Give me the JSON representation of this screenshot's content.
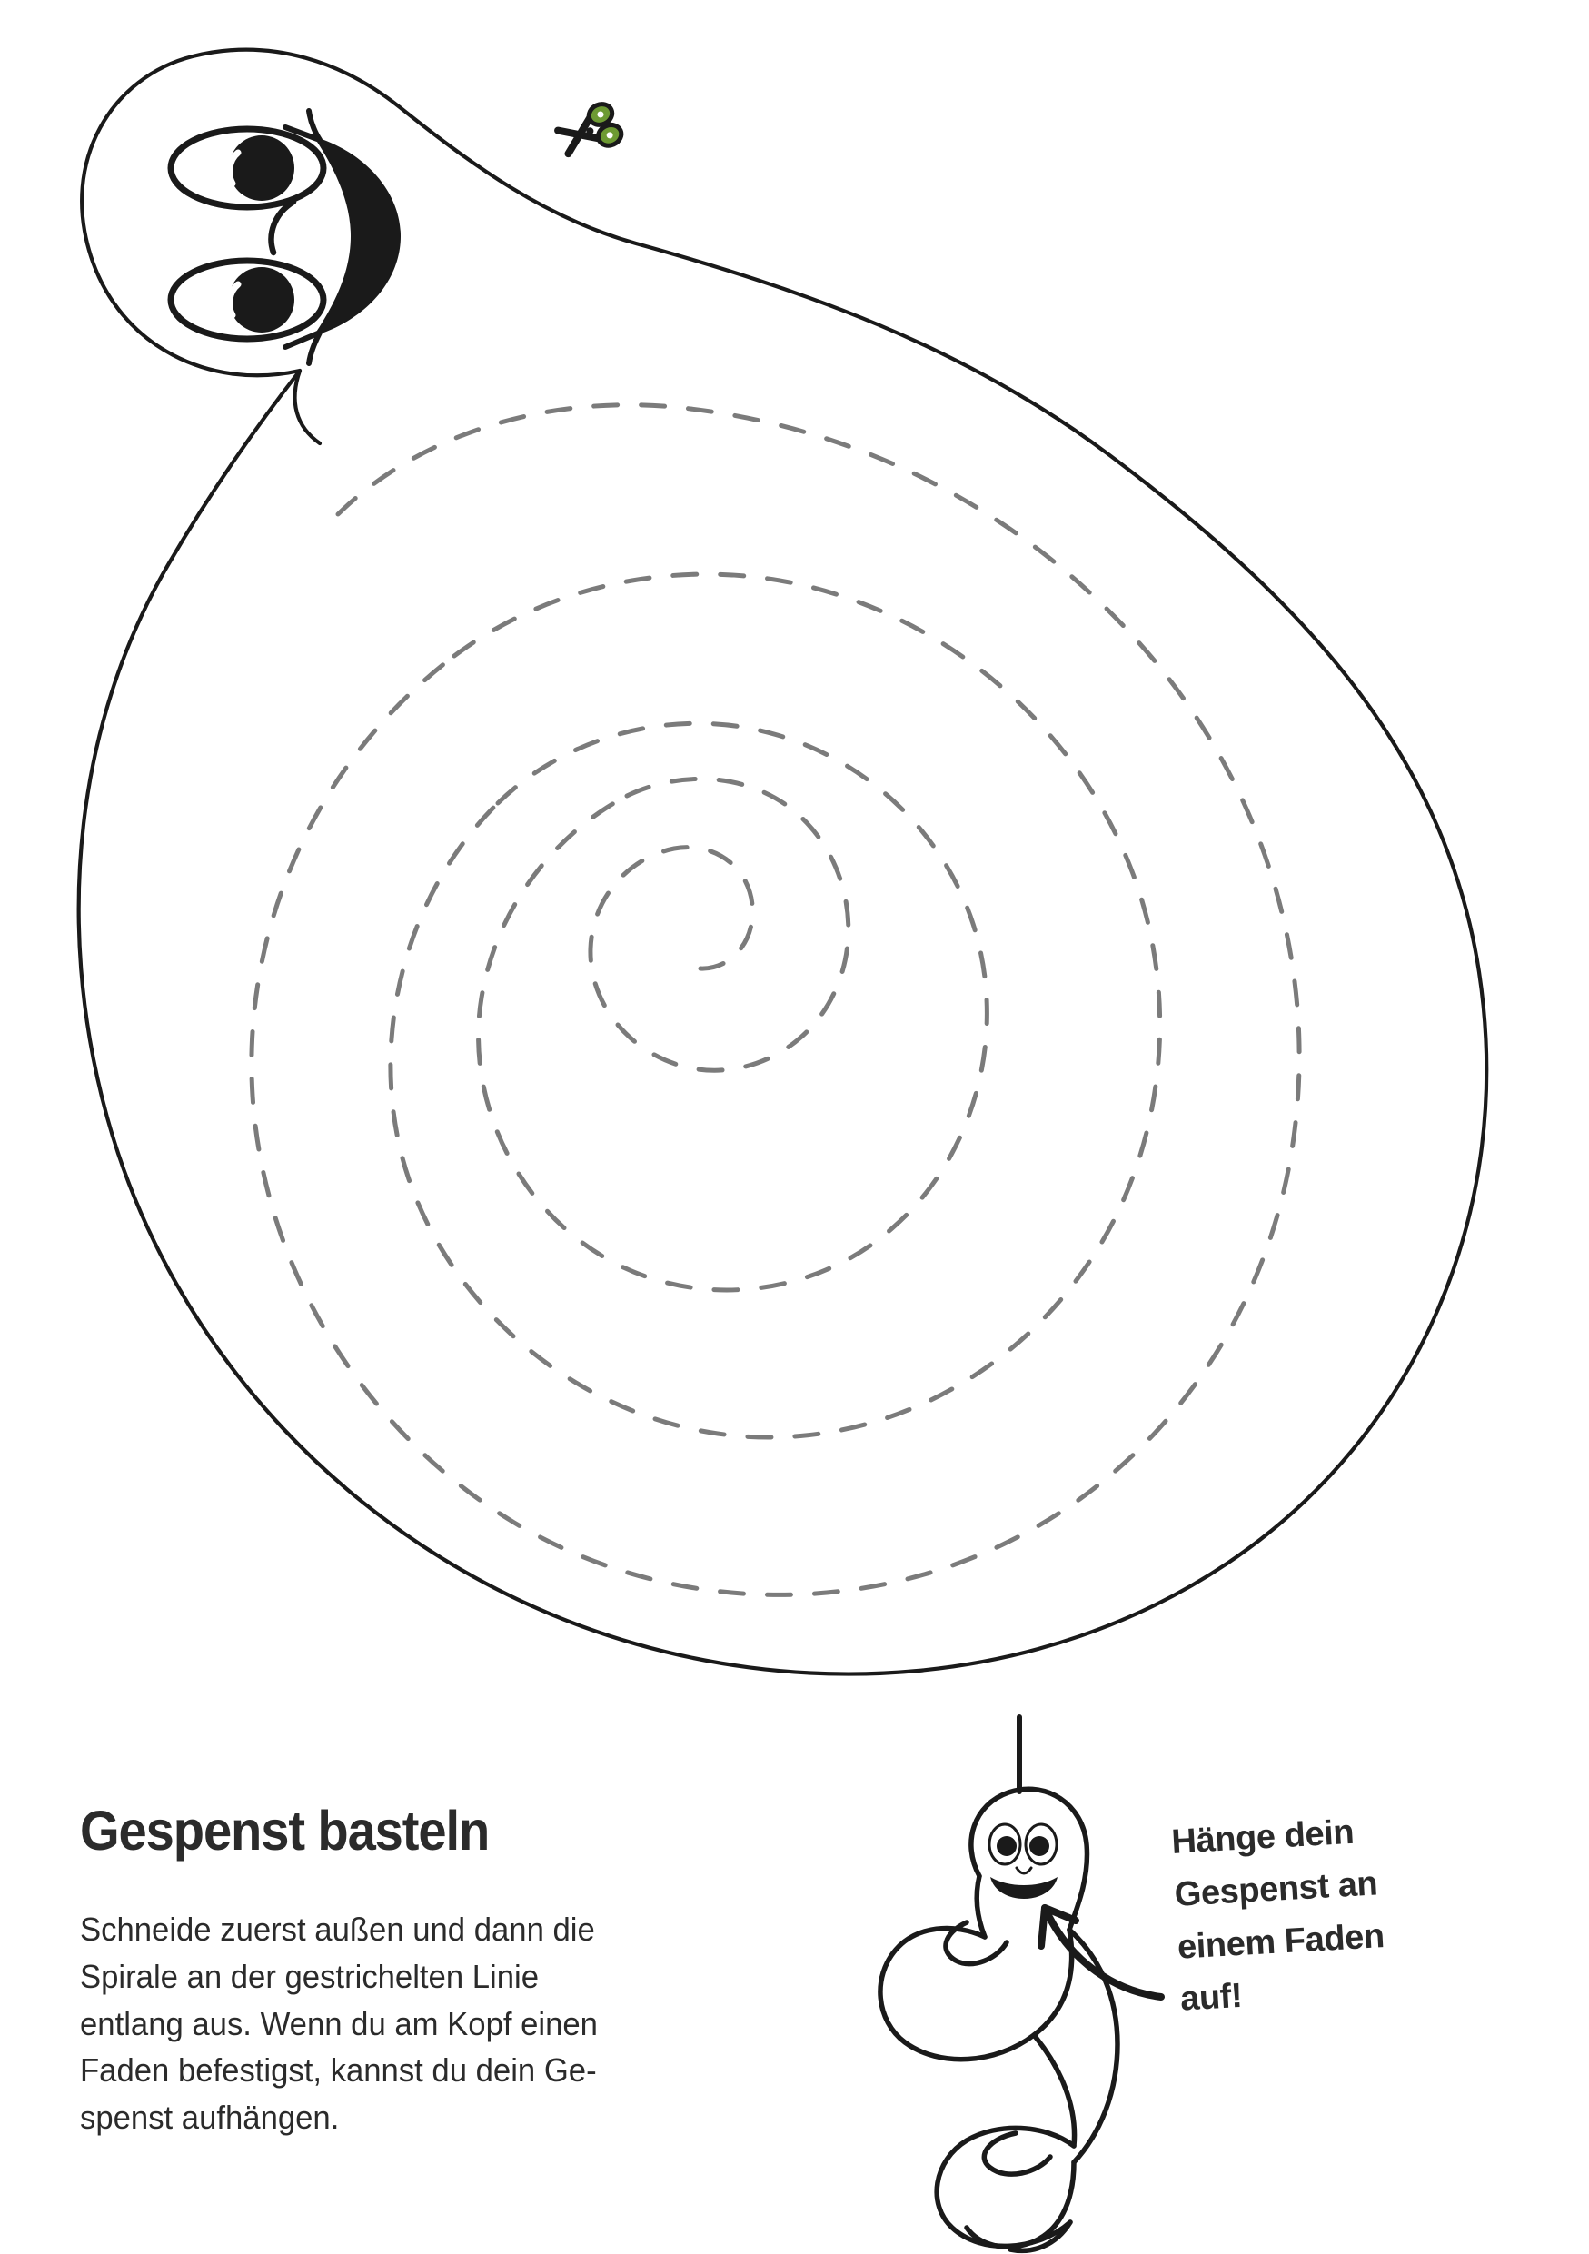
{
  "page": {
    "background_color": "#ffffff",
    "ink_color": "#1a1a1a",
    "text_color": "#2b2b2b",
    "dash_color": "#7b7b7b",
    "accent_green": "#6d9a33",
    "language": "de"
  },
  "main_illustration": {
    "name": "ghost-spiral-cut-out-template",
    "head_icon": "ghost-head-icon",
    "cut_line_icon": "scissors-icon",
    "cut_line_icon_color": "#6d9a33",
    "dashed_spiral_icon": "dashed-spiral-cut-line",
    "spiral_turns": 4,
    "outline_style": "solid",
    "inner_style": "dashed"
  },
  "instructions": {
    "heading": "Gespenst basteln",
    "body_lines": [
      "Schneide zuerst außen und dann die",
      "Spirale an der gestrichelten Linie",
      "entlang aus. Wenn du am Kopf einen",
      "Faden befestigst, kannst du dein Ge-",
      "spenst aufhängen."
    ],
    "body_text": "Schneide zuerst außen und dann die Spirale an der gestrichelten Linie entlang aus. Wenn du am Kopf einen Faden befestigst, kannst du dein Gespenst aufhängen."
  },
  "callout": {
    "lines": [
      "Hänge dein",
      "Gespenst an",
      "einem Faden",
      "auf!"
    ],
    "text": "Hänge dein Gespenst an einem Faden auf!",
    "arrow_icon": "curved-arrow-icon",
    "arrow_direction": "up-left"
  },
  "sample_illustration": {
    "name": "hanging-ghost-sample",
    "thread_icon": "hanging-thread-icon",
    "head_icon": "smiling-ghost-head-icon",
    "body_icon": "coiled-spiral-body-icon"
  }
}
